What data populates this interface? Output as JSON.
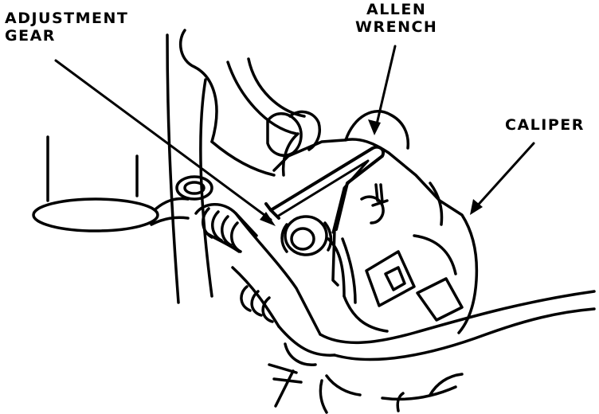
{
  "labels": {
    "adjustment_gear": {
      "line1": "ADJUSTMENT",
      "line2": "GEAR"
    },
    "allen_wrench": {
      "line1": "ALLEN",
      "line2": "WRENCH"
    },
    "caliper": "CALIPER"
  },
  "colors": {
    "ink": "#000000",
    "paper": "#ffffff"
  }
}
